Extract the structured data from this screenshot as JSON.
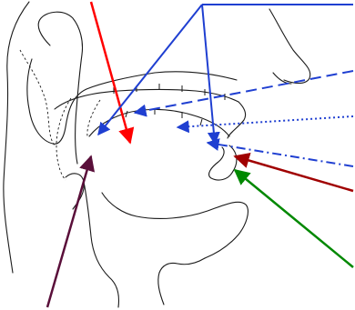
{
  "colors": {
    "background": "#ffffff",
    "outline": "#1a1a1a",
    "red": "#ff0000",
    "blue": "#1f3fd1",
    "dark_red": "#a00000",
    "green": "#008800",
    "maroon": "#5a0f3a"
  },
  "arrows": [
    {
      "id": "red-arrow",
      "color": "red",
      "style": "solid"
    },
    {
      "id": "blue-bracket-arrows",
      "color": "blue",
      "style": "solid"
    },
    {
      "id": "blue-dashed-arrow",
      "color": "blue",
      "style": "dashed"
    },
    {
      "id": "blue-dotted-arrow",
      "color": "blue",
      "style": "dotted"
    },
    {
      "id": "blue-dashdot-arrow",
      "color": "blue",
      "style": "dash-dot"
    },
    {
      "id": "dark-red-arrow",
      "color": "dark_red",
      "style": "solid"
    },
    {
      "id": "green-arrow",
      "color": "green",
      "style": "solid"
    },
    {
      "id": "maroon-arrow",
      "color": "maroon",
      "style": "solid"
    }
  ]
}
